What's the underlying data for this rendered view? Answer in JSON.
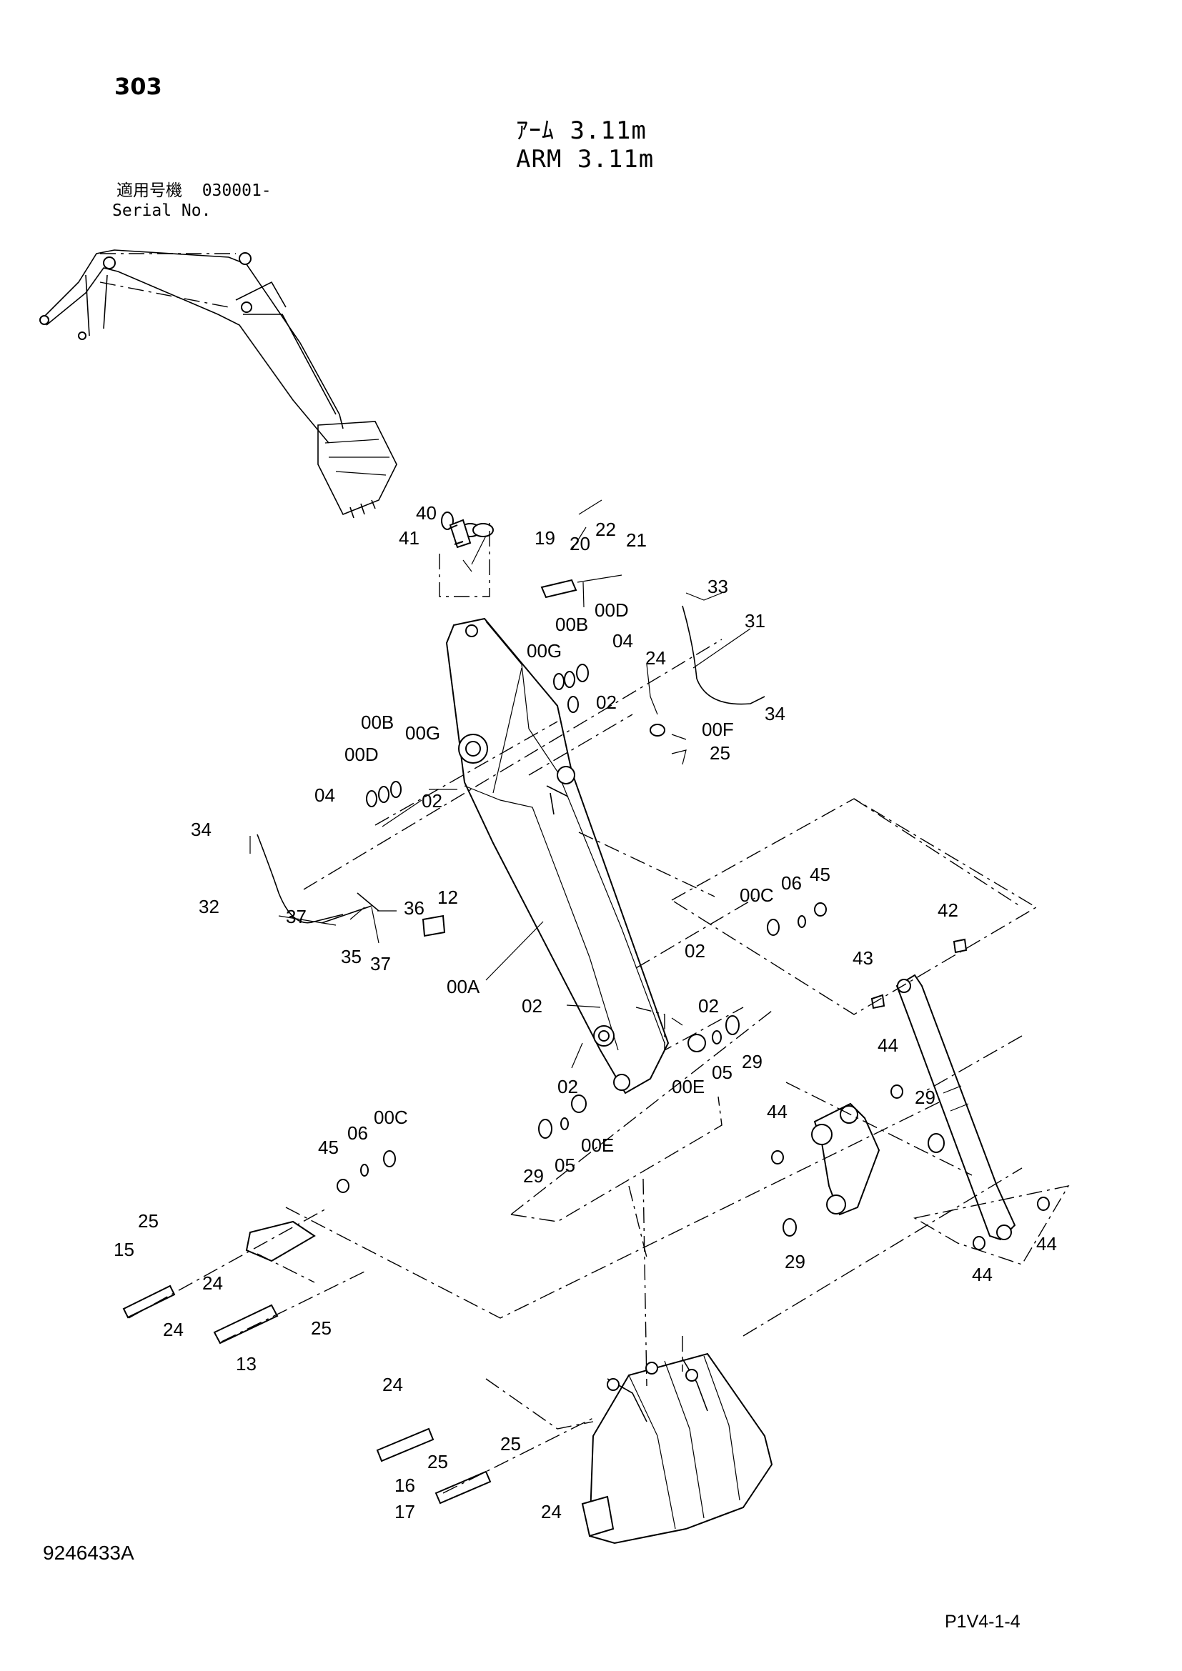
{
  "header": {
    "page_number": "303",
    "title_jp": "ｱｰﾑ 3.11m",
    "title_en": "ARM 3.11m",
    "applicable_model_jp": "適用号機",
    "serial_range": "030001-",
    "serial_label": "Serial No."
  },
  "footer": {
    "drawing_number": "9246433A",
    "page_ref": "P1V4-1-4"
  },
  "callouts": {
    "l40": "40",
    "l41": "41",
    "l19": "19",
    "l20": "20",
    "l22": "22",
    "l21": "21",
    "l33": "33",
    "l31": "31",
    "l34a": "34",
    "l00B_r": "00B",
    "l00D_r": "00D",
    "l00G_r": "00G",
    "l04_r": "04",
    "l24a": "24",
    "l02a": "02",
    "l00F": "00F",
    "l25a": "25",
    "l00B_l": "00B",
    "l00G_l": "00G",
    "l00D_l": "00D",
    "l04_l": "04",
    "l02b": "02",
    "l34b": "34",
    "l12": "12",
    "l32": "32",
    "l37a": "37",
    "l36": "36",
    "l35": "35",
    "l37b": "37",
    "l00C_r": "00C",
    "l06_r": "06",
    "l45_r": "45",
    "l42": "42",
    "l00A": "00A",
    "l02c": "02",
    "l43": "43",
    "l02d": "02",
    "l02e": "02",
    "l29a": "29",
    "l05_r": "05",
    "l00E_r": "00E",
    "l02f": "02",
    "l44a": "44",
    "l29b": "29",
    "l00C_l": "00C",
    "l06_l": "06",
    "l45_l": "45",
    "l29c": "29",
    "l05_l": "05",
    "l00E_l": "00E",
    "l44b": "44",
    "l25b": "25",
    "l15": "15",
    "l24b": "24",
    "l24c": "24",
    "l29d": "29",
    "l44c": "44",
    "l44d": "44",
    "l25c": "25",
    "l13": "13",
    "l24d": "24",
    "l25d": "25",
    "l25e": "25",
    "l16": "16",
    "l17": "17",
    "l24e": "24"
  }
}
